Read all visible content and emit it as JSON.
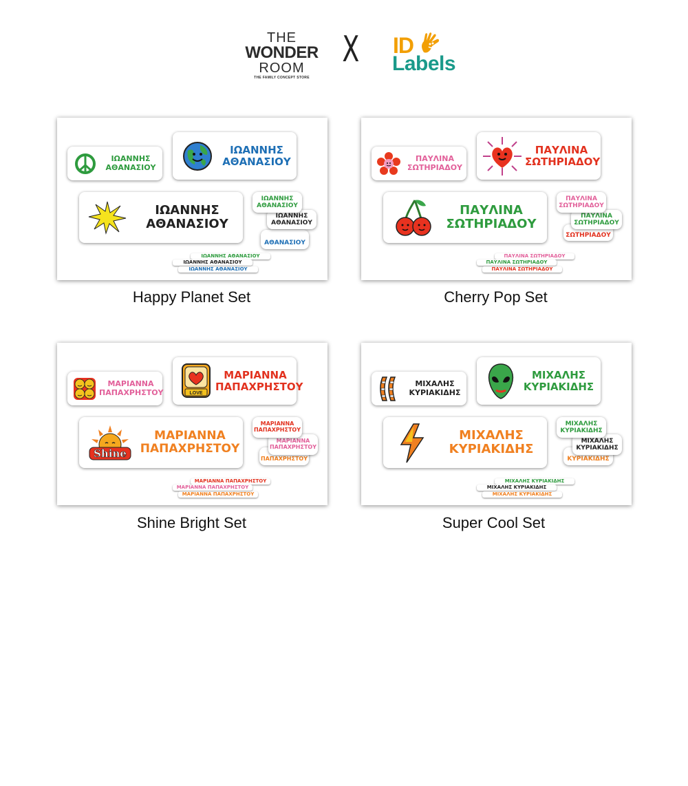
{
  "header": {
    "wonder_room": {
      "line1": "THE",
      "line2": "WONDER",
      "line3": "ROOM",
      "tagline": "THE FAMILY CONCEPT STORE"
    },
    "separator": "X",
    "id_labels": {
      "line1": "ID",
      "line2": "Labels"
    }
  },
  "sets": [
    {
      "caption": "Happy Planet Set",
      "name_first": "ΙΩΑΝΝΗΣ",
      "name_last": "ΑΘΑΝΑΣΙΟΥ",
      "full_name": "ΙΩΑΝΝΗΣ ΑΘΑΝΑΣΙΟΥ",
      "icons": [
        "peace-sign-icon",
        "earth-icon",
        "star-icon"
      ],
      "colors": {
        "small": "#2e9b3e",
        "medium": "#1e6fb5",
        "large": "#222222",
        "s1": "#2e9b3e",
        "s2": "#222222",
        "s3": "#1e6fb5"
      }
    },
    {
      "caption": "Cherry Pop Set",
      "name_first": "ΠΑΥΛΙΝΑ",
      "name_last": "ΣΩΤΗΡΙΑΔΟΥ",
      "full_name": "ΠΑΥΛΙΝΑ ΣΩΤΗΡΙΑΔΟΥ",
      "icons": [
        "flower-icon",
        "heart-icon",
        "cherry-icon"
      ],
      "colors": {
        "small": "#e2609a",
        "medium": "#e2321f",
        "large": "#2e9b3e",
        "s1": "#e2609a",
        "s2": "#2e9b3e",
        "s3": "#e2321f"
      }
    },
    {
      "caption": "Shine Bright Set",
      "name_first": "ΜΑΡΙΑΝΝΑ",
      "name_last": "ΠΑΠΑΧΡΗΣΤΟΥ",
      "full_name": "ΜΑΡΙΑΝΝΑ ΠΑΠΑΧΡΗΣΤΟΥ",
      "icons": [
        "smiley-faces-icon",
        "love-heart-icon",
        "shine-sun-icon"
      ],
      "icon_text": {
        "love": "LOVE",
        "shine": "Shine"
      },
      "colors": {
        "small": "#e2609a",
        "medium": "#e2321f",
        "large": "#f08020",
        "s1": "#e2321f",
        "s2": "#e2609a",
        "s3": "#f08020"
      }
    },
    {
      "caption": "Super Cool Set",
      "name_first": "ΜΙΧΑΛΗΣ",
      "name_last": "ΚΥΡΙΑΚΙΔΗΣ",
      "full_name": "ΜΙΧΑΛΗΣ ΚΥΡΙΑΚΙΔΗΣ",
      "icons": [
        "sneaker-laces-icon",
        "alien-icon",
        "lightning-bolt-icon"
      ],
      "colors": {
        "small": "#222222",
        "medium": "#2e9b3e",
        "large": "#f08020",
        "s1": "#2e9b3e",
        "s2": "#222222",
        "s3": "#f08020"
      }
    }
  ]
}
